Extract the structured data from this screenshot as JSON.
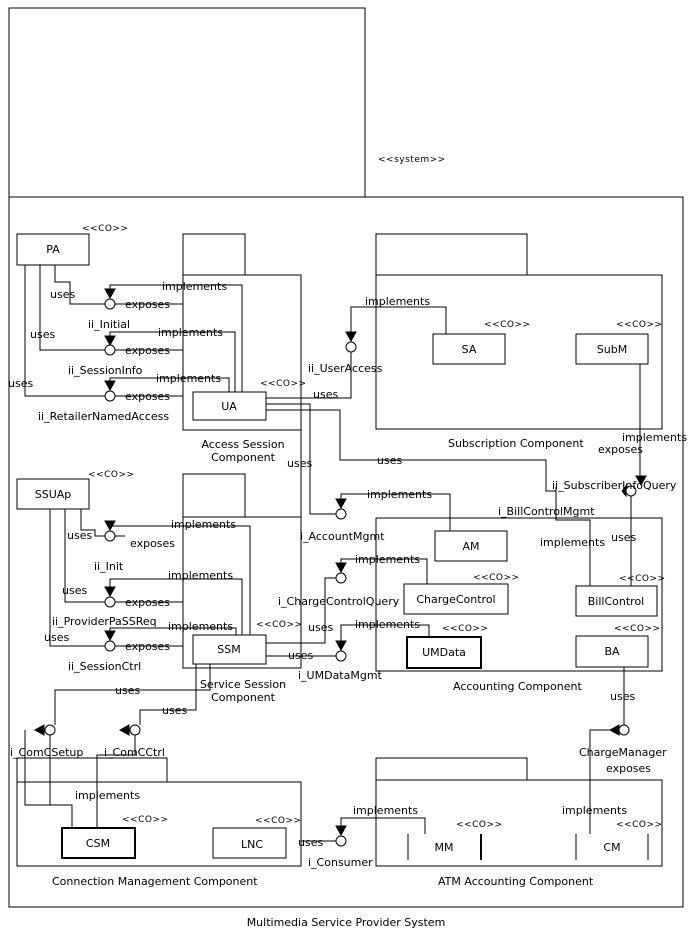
{
  "system": {
    "stereotype": "<<system>>",
    "caption": "Multimedia Service Provider System"
  },
  "stereotype_co": "<<CO>>",
  "components": {
    "access_session": {
      "line1": "Access Session",
      "line2": "Component"
    },
    "subscription": {
      "label": "Subscription Component"
    },
    "service_session": {
      "line1": "Service Session",
      "line2": "Component"
    },
    "accounting": {
      "label": "Accounting Component"
    },
    "connection_management": {
      "label": "Connection Management Component"
    },
    "atm_accounting": {
      "label": "ATM Accounting Component"
    }
  },
  "objects": {
    "pa": "PA",
    "ua": "UA",
    "sa": "SA",
    "subm": "SubM",
    "ssuap": "SSUAp",
    "ssm": "SSM",
    "am": "AM",
    "charge_control": "ChargeControl",
    "bill_control": "BillControl",
    "umdata": "UMData",
    "ba": "BA",
    "csm": "CSM",
    "lnc": "LNC",
    "mm": "MM",
    "cm": "CM"
  },
  "interfaces": {
    "ii_initial": "ii_Initial",
    "ii_session_info": "ii_SessionInfo",
    "ii_retailer_named_access": "ii_RetailerNamedAccess",
    "ii_user_access": "ii_UserAccess",
    "ii_subscriber_info_query": "ii_SubscriberInfoQuery",
    "i_bill_control_mgmt": "i_BillControlMgmt",
    "i_account_mgmt": "i_AccountMgmt",
    "i_charge_control_query": "i_ChargeControlQuery",
    "i_umdata_mgmt": "i_UMDataMgmt",
    "ii_init": "ii_Init",
    "ii_provider_pa_ssreq": "ii_ProviderPaSSReq",
    "ii_session_ctrl": "ii_SessionCtrl",
    "i_comc_setup": "i_ComCSetup",
    "i_comc_ctrl": "i_ComCCtrl",
    "charge_manager": "ChargeManager",
    "i_consumer": "i_Consumer"
  },
  "relations": {
    "uses": "uses",
    "implements": "implements",
    "exposes": "exposes"
  }
}
